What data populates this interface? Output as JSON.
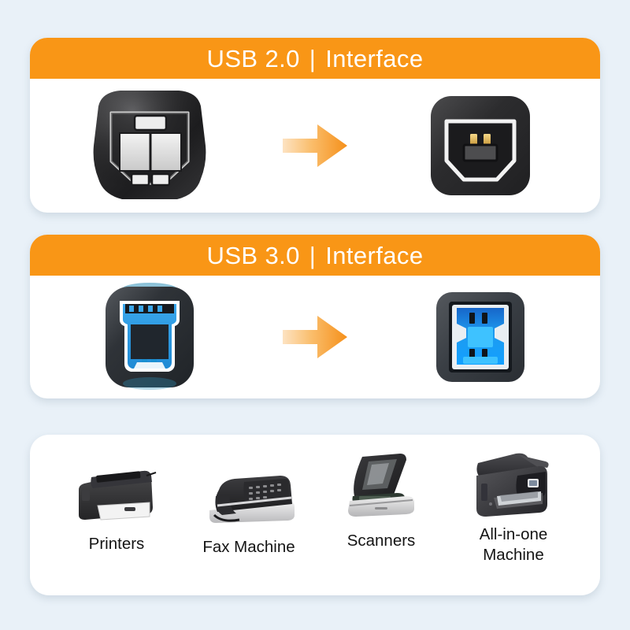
{
  "background_color": "#e9f1f8",
  "accent_color": "#f99616",
  "cards": [
    {
      "id": "usb2",
      "header": {
        "standard": "USB 2.0",
        "separator": "|",
        "category": "Interface"
      },
      "connector": {
        "name": "usb-b-male-connector-usb2",
        "color": "#262626",
        "accent": "#ffffff"
      },
      "arrow": {
        "name": "right-arrow",
        "gradient_from": "#fce0ba",
        "gradient_to": "#f89422"
      },
      "port": {
        "name": "usb-b-female-port-usb2",
        "color": "#2b2b2b",
        "pin_color": "#d7a game"
      }
    },
    {
      "id": "usb3",
      "header": {
        "standard": "USB 3.0",
        "separator": "|",
        "category": "Interface"
      },
      "connector": {
        "name": "usb-b-male-connector-usb3",
        "color": "#2e3338",
        "accent": "#2b9be0"
      },
      "arrow": {
        "name": "right-arrow",
        "gradient_from": "#fce0ba",
        "gradient_to": "#f89422"
      },
      "port": {
        "name": "usb-b-female-port-usb3",
        "color": "#3a3f45",
        "accent": "#1e9bf0"
      }
    }
  ],
  "devices": {
    "items": [
      {
        "label": "Printers",
        "icon": "laser-printer-icon"
      },
      {
        "label": "Fax Machine",
        "icon": "fax-machine-icon"
      },
      {
        "label": "Scanners",
        "icon": "flatbed-scanner-icon"
      },
      {
        "label": "All-in-one\nMachine",
        "icon": "all-in-one-printer-icon"
      }
    ]
  }
}
